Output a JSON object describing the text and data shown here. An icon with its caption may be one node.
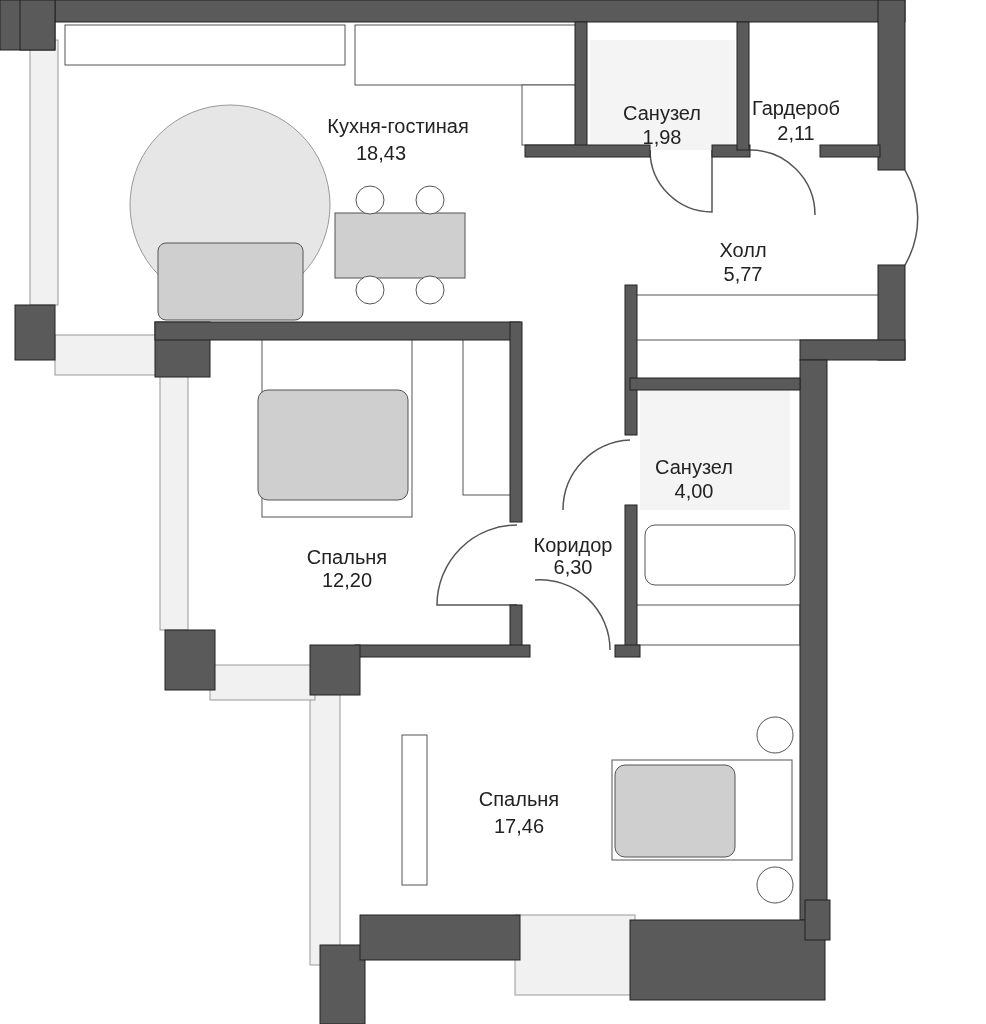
{
  "diagram": {
    "labels": [
      "Кухня-гостиная",
      "18,43",
      "Санузел",
      "1,98",
      "Гардероб",
      "2,11",
      "Холл",
      "5,77",
      "Санузел",
      "4,00",
      "Спальня",
      "12,20",
      "Коридор",
      "6,30",
      "Спальня",
      "17,46"
    ]
  }
}
